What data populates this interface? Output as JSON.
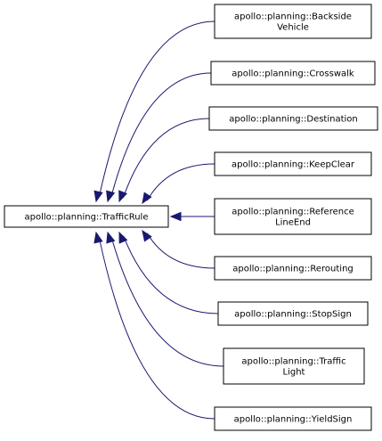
{
  "diagram": {
    "base_class": {
      "label": "apollo::planning::TrafficRule"
    },
    "derived_classes": [
      {
        "lines": [
          "apollo::planning::Backside",
          "Vehicle"
        ]
      },
      {
        "lines": [
          "apollo::planning::Crosswalk"
        ]
      },
      {
        "lines": [
          "apollo::planning::Destination"
        ]
      },
      {
        "lines": [
          "apollo::planning::KeepClear"
        ]
      },
      {
        "lines": [
          "apollo::planning::Reference",
          "LineEnd"
        ]
      },
      {
        "lines": [
          "apollo::planning::Rerouting"
        ]
      },
      {
        "lines": [
          "apollo::planning::StopSign"
        ]
      },
      {
        "lines": [
          "apollo::planning::Traffic",
          "Light"
        ]
      },
      {
        "lines": [
          "apollo::planning::YieldSign"
        ]
      }
    ],
    "colors": {
      "edge": "#191970",
      "box_border": "#000000",
      "box_fill": "#ffffff",
      "base_fill": "#ffffff"
    }
  }
}
